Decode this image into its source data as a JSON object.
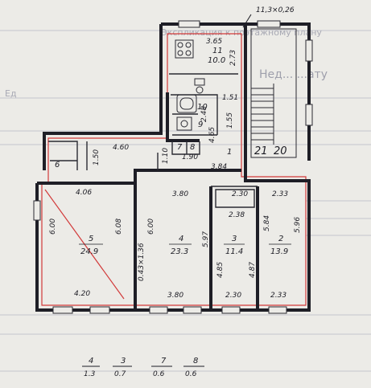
{
  "header_stamp": "11,3×0,26",
  "background_text": {
    "line_top": "Экспликация к поэтажному плану",
    "line_mid": "Нед... ...ату",
    "line_side": "Ед"
  },
  "rooms": [
    {
      "id": "11",
      "area": "10.0",
      "dims": [
        "3.65",
        "2.73"
      ]
    },
    {
      "id": "10",
      "area": "",
      "dims": [
        "1.51",
        "2.48",
        "1.55"
      ]
    },
    {
      "id": "9",
      "area": "",
      "dims": []
    },
    {
      "id": "7",
      "area": "",
      "dims": [
        "1.90"
      ]
    },
    {
      "id": "8",
      "area": "",
      "dims": []
    },
    {
      "id": "1",
      "area": "",
      "dims": [
        "4.65",
        "3.84",
        "1.10"
      ]
    },
    {
      "id": "6",
      "area": "",
      "dims": [
        "4.60",
        "1.50"
      ]
    },
    {
      "id": "5",
      "area": "24.9",
      "dims": [
        "4.06",
        "6.00",
        "6.08",
        "4.20"
      ]
    },
    {
      "id": "4",
      "area": "23.3",
      "dims": [
        "3.80",
        "6.00",
        "0.43×1.36",
        "3.80"
      ]
    },
    {
      "id": "3",
      "area": "11.4",
      "dims": [
        "2.30",
        "5.97",
        "4.85",
        "4.87",
        "2.30",
        "2.38"
      ]
    },
    {
      "id": "2",
      "area": "13.9",
      "dims": [
        "2.33",
        "5.84",
        "5.96",
        "2.33"
      ]
    },
    {
      "id": "21",
      "area": "",
      "dims": []
    },
    {
      "id": "20",
      "area": "",
      "dims": []
    }
  ],
  "legend": [
    {
      "top": "4",
      "bottom": "1.3"
    },
    {
      "top": "3",
      "bottom": "0.7"
    },
    {
      "top": "7",
      "bottom": "0.6"
    },
    {
      "top": "8",
      "bottom": "0.6"
    }
  ]
}
